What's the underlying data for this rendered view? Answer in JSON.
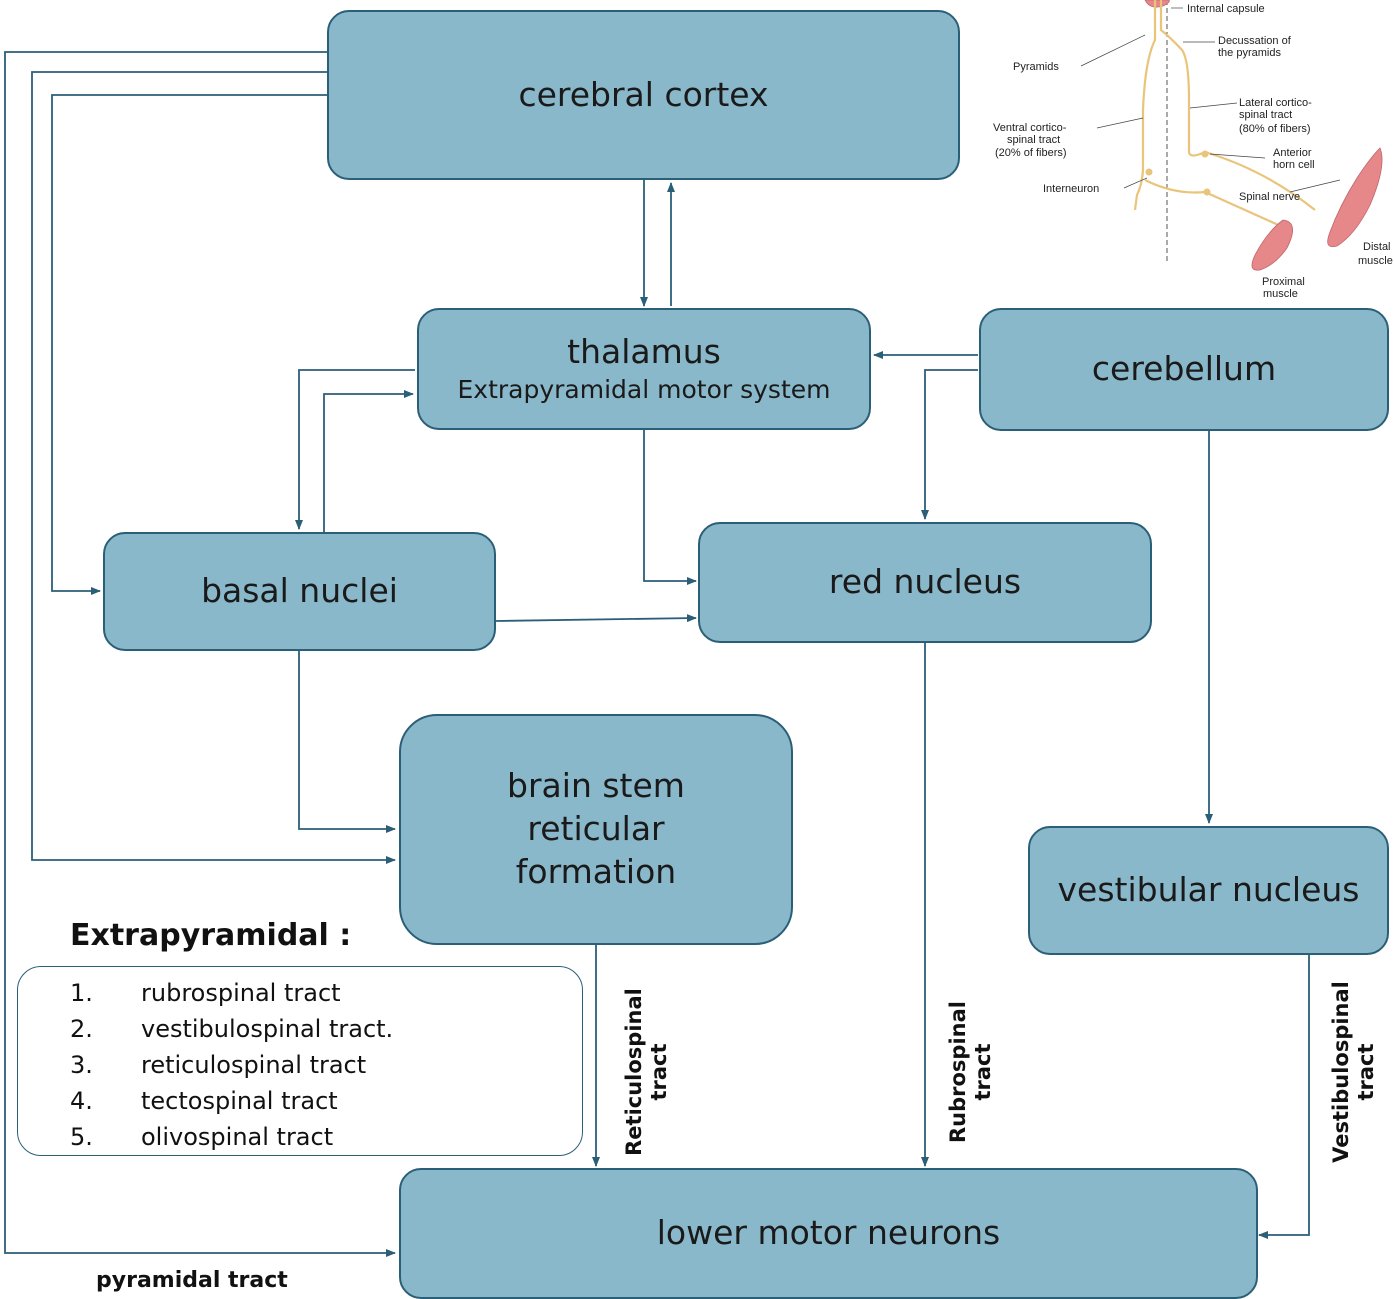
{
  "nodes": {
    "cortex": "cerebral cortex",
    "thalamus": "thalamus",
    "thalamus_sub": "Extrapyramidal motor system",
    "cerebellum": "cerebellum",
    "basal": "basal nuclei",
    "red": "red nucleus",
    "brainstem_1": "brain stem",
    "brainstem_2": "reticular",
    "brainstem_3": "formation",
    "vestibular": "vestibular nucleus",
    "lmn": "lower motor neurons"
  },
  "extrapyramidal": {
    "title": "Extrapyramidal :",
    "items": [
      {
        "num": "1.",
        "text": "rubrospinal tract"
      },
      {
        "num": "2.",
        "text": "vestibulospinal tract."
      },
      {
        "num": "3.",
        "text": "reticulospinal tract"
      },
      {
        "num": "4.",
        "text": "tectospinal tract"
      },
      {
        "num": "5.",
        "text": "olivospinal tract"
      }
    ]
  },
  "tract_labels": {
    "reticulo_1": "Reticulospinal",
    "reticulo_2": "tract",
    "rubro_1": "Rubrospinal",
    "rubro_2": "tract",
    "vestibulo_1": "Vestibulospinal",
    "vestibulo_2": "tract",
    "pyramidal": "pyramidal tract"
  },
  "inset": {
    "internal_capsule": "Internal capsule",
    "decussation_1": "Decussation of",
    "decussation_2": "the pyramids",
    "pyramids": "Pyramids",
    "lateral_1": "Lateral cortico-",
    "lateral_2": "spinal tract",
    "lateral_3": "(80% of fibers)",
    "ventral_1": "Ventral cortico-",
    "ventral_2": "spinal tract",
    "ventral_3": "(20% of fibers)",
    "anterior_1": "Anterior",
    "anterior_2": "horn cell",
    "interneuron": "Interneuron",
    "spinal_nerve": "Spinal nerve",
    "distal_1": "Distal",
    "distal_2": "muscle",
    "proximal_1": "Proximal",
    "proximal_2": "muscle"
  },
  "colors": {
    "node_fill": "#8ab8cb",
    "node_border": "#2b5f78",
    "arrow": "#2b5f78",
    "nerve": "#e9c47a",
    "muscle": "#e6878a"
  }
}
